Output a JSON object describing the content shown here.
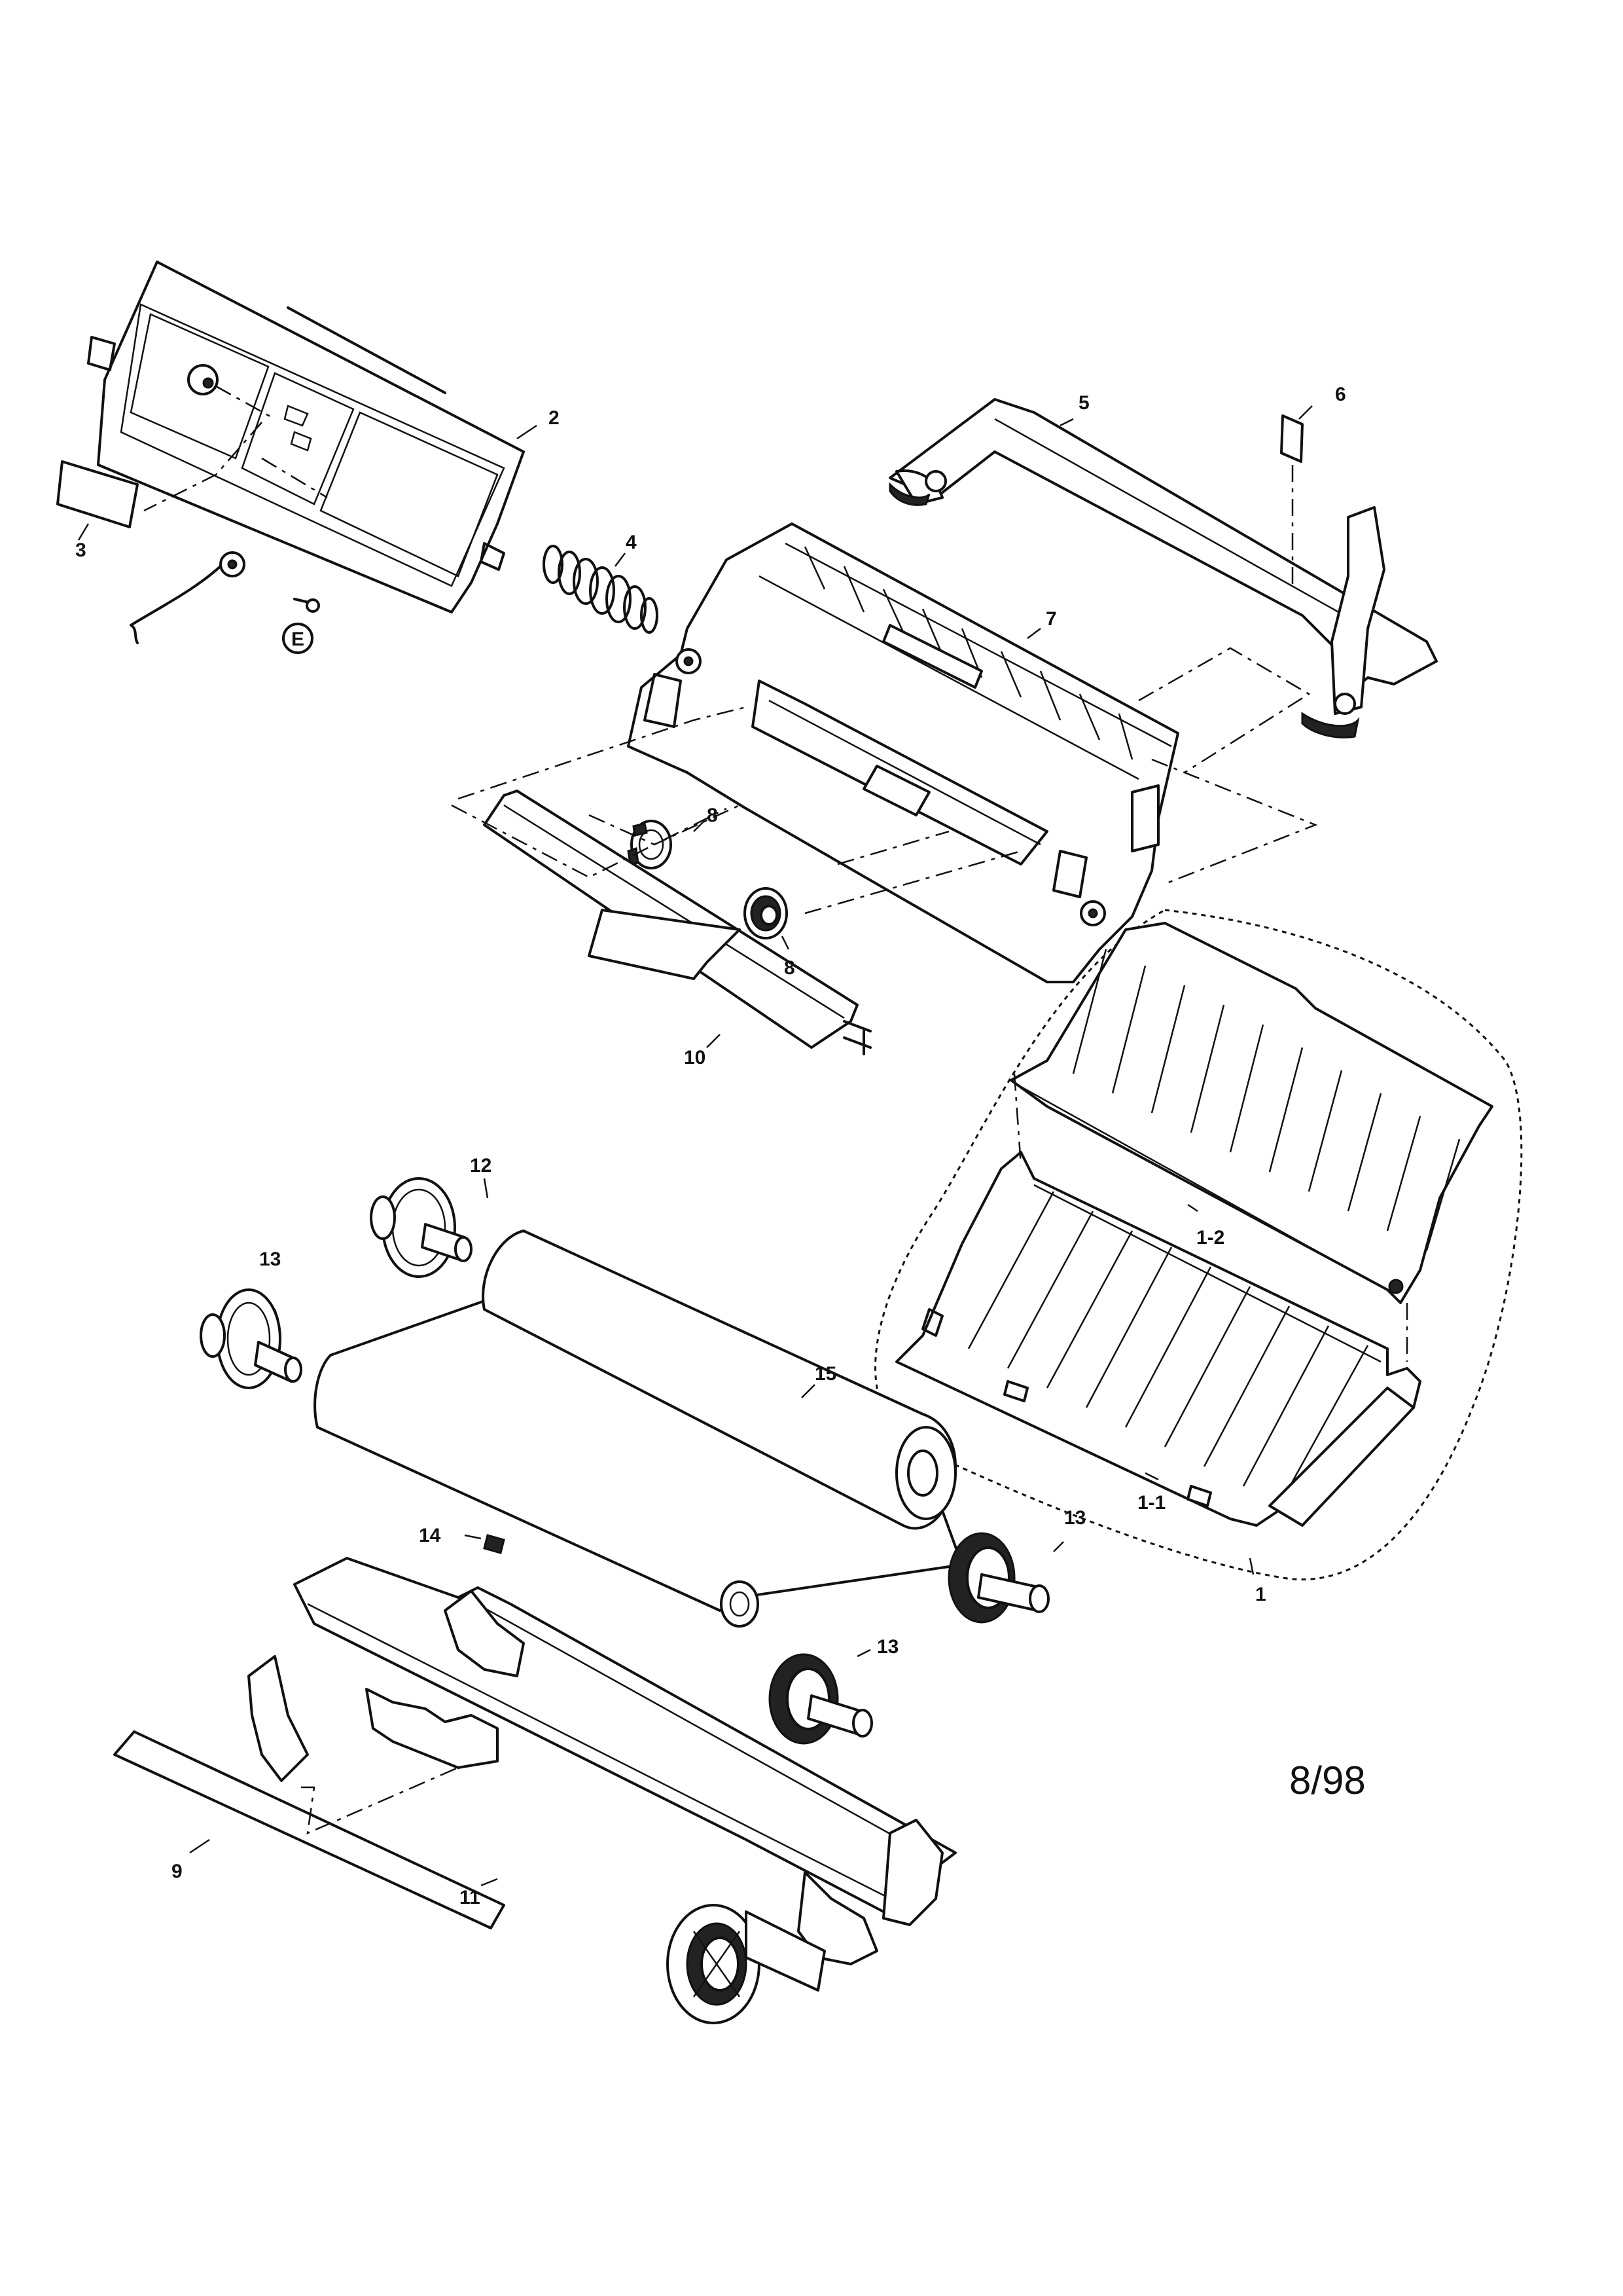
{
  "labels": {
    "p1": "1",
    "p1_1": "1-1",
    "p1_2": "1-2",
    "p2": "2",
    "p3": "3",
    "p4": "4",
    "p5": "5",
    "p6": "6",
    "p7": "7",
    "p8a": "8",
    "p8b": "8",
    "p9": "9",
    "p10": "10",
    "p11": "11",
    "p12": "12",
    "p13a": "13",
    "p13b": "13",
    "p13c": "13",
    "p14": "14",
    "p15": "15",
    "ground": "E"
  },
  "date_code": "8/98"
}
